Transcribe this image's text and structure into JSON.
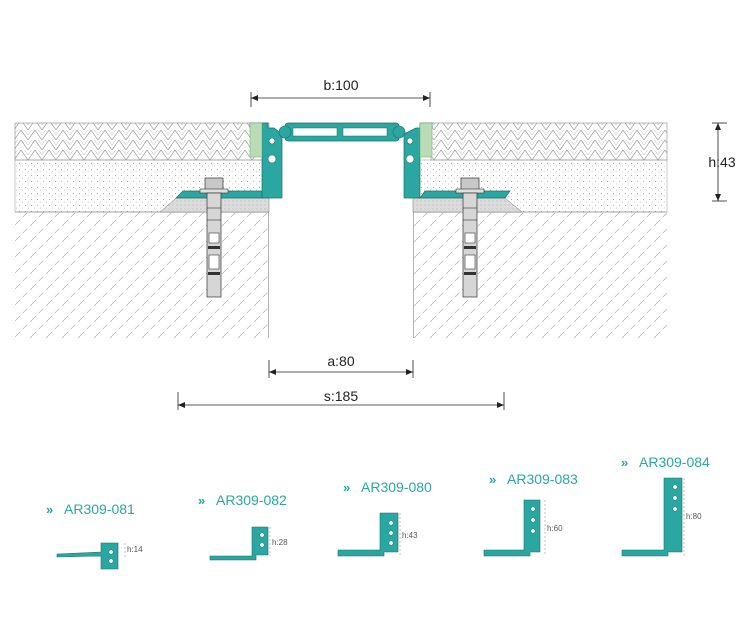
{
  "colors": {
    "profile": "#2aa7a0",
    "profile_edge": "#1c6f6a",
    "line": "#222222",
    "hatch": "#9a9a9a",
    "accent_text": "#2aa7a0"
  },
  "dimensions": {
    "b": "b:100",
    "h": "h:43",
    "a": "a:80",
    "s": "s:185"
  },
  "products": [
    {
      "label": "AR309-081",
      "height": "h:14",
      "icon": "chevron-right-icon"
    },
    {
      "label": "AR309-082",
      "height": "h:28",
      "icon": "chevron-right-icon"
    },
    {
      "label": "AR309-080",
      "height": "h:43",
      "icon": "chevron-right-icon"
    },
    {
      "label": "AR309-083",
      "height": "h:60",
      "icon": "chevron-right-icon"
    },
    {
      "label": "AR309-084",
      "height": "h:80",
      "icon": "chevron-right-icon"
    }
  ]
}
